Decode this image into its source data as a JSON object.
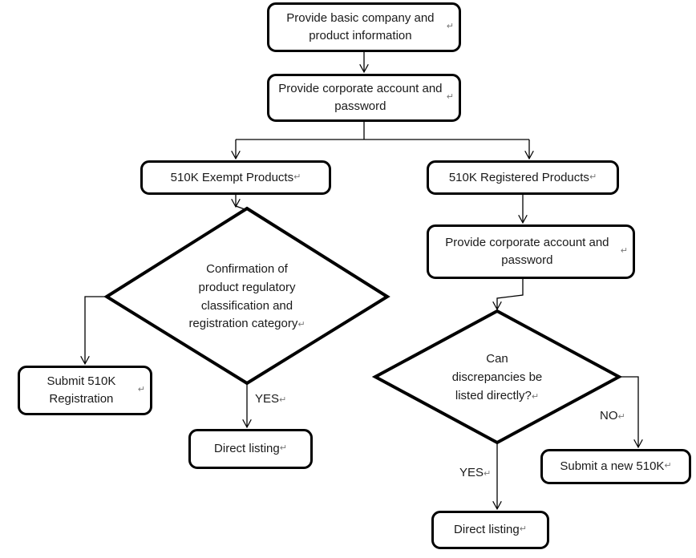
{
  "diagram": {
    "title": "510K product registration decision flowchart",
    "return_mark": "↵",
    "stroke_color": "#000000",
    "fill_color": "#ffffff",
    "text_color": "#1a1a1a"
  },
  "nodes": [
    {
      "id": "provide-basic-info",
      "shape": "rounded-rect",
      "label": "Provide basic company and product information"
    },
    {
      "id": "provide-account-1",
      "shape": "rounded-rect",
      "label": "Provide corporate account and password"
    },
    {
      "id": "exempt-products",
      "shape": "rounded-rect",
      "label": "510K Exempt Products"
    },
    {
      "id": "registered-products",
      "shape": "rounded-rect",
      "label": "510K Registered Products"
    },
    {
      "id": "provide-account-2",
      "shape": "rounded-rect",
      "label": "Provide corporate account and password"
    },
    {
      "id": "submit-510k-registration",
      "shape": "rounded-rect",
      "label": "Submit 510K Registration"
    },
    {
      "id": "direct-listing-left",
      "shape": "rounded-rect",
      "label": "Direct listing"
    },
    {
      "id": "submit-new-510k",
      "shape": "rounded-rect",
      "label": "Submit a new 510K"
    },
    {
      "id": "direct-listing-bottom",
      "shape": "rounded-rect",
      "label": "Direct listing"
    }
  ],
  "decisions": [
    {
      "id": "confirm-classification",
      "shape": "diamond",
      "lines": [
        "Confirmation of",
        "product regulatory",
        "classification and",
        "registration category"
      ]
    },
    {
      "id": "can-list-directly",
      "shape": "diamond",
      "lines": [
        "Can",
        "discrepancies be",
        "listed directly?"
      ]
    }
  ],
  "edge_labels": [
    {
      "id": "yes-left",
      "text": "YES"
    },
    {
      "id": "no-right",
      "text": "NO"
    },
    {
      "id": "yes-bottom",
      "text": "YES"
    }
  ]
}
